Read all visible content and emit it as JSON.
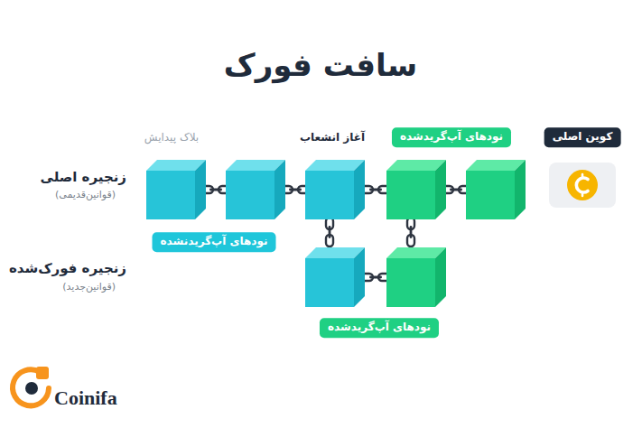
{
  "diagram": {
    "title": "سافت فورک",
    "nodes": [
      {
        "text": [
          "کوین اصلی"
        ]
      },
      {
        "text": [
          "نودهای آپ‌گریدشده"
        ]
      },
      {
        "text": [
          "نودهای آپ‌گریدنشده"
        ]
      },
      {
        "text": [
          "نودهای آپ‌گریدشده"
        ]
      }
    ],
    "labels": [
      "بلاک پیدایش",
      "آغاز انشعاب",
      "زنجیره اصلی",
      "(قوانین‌قدیمی)",
      "زنجیره فورک‌شده",
      "(قوانین‌جدید)",
      "Coinifa"
    ]
  }
}
